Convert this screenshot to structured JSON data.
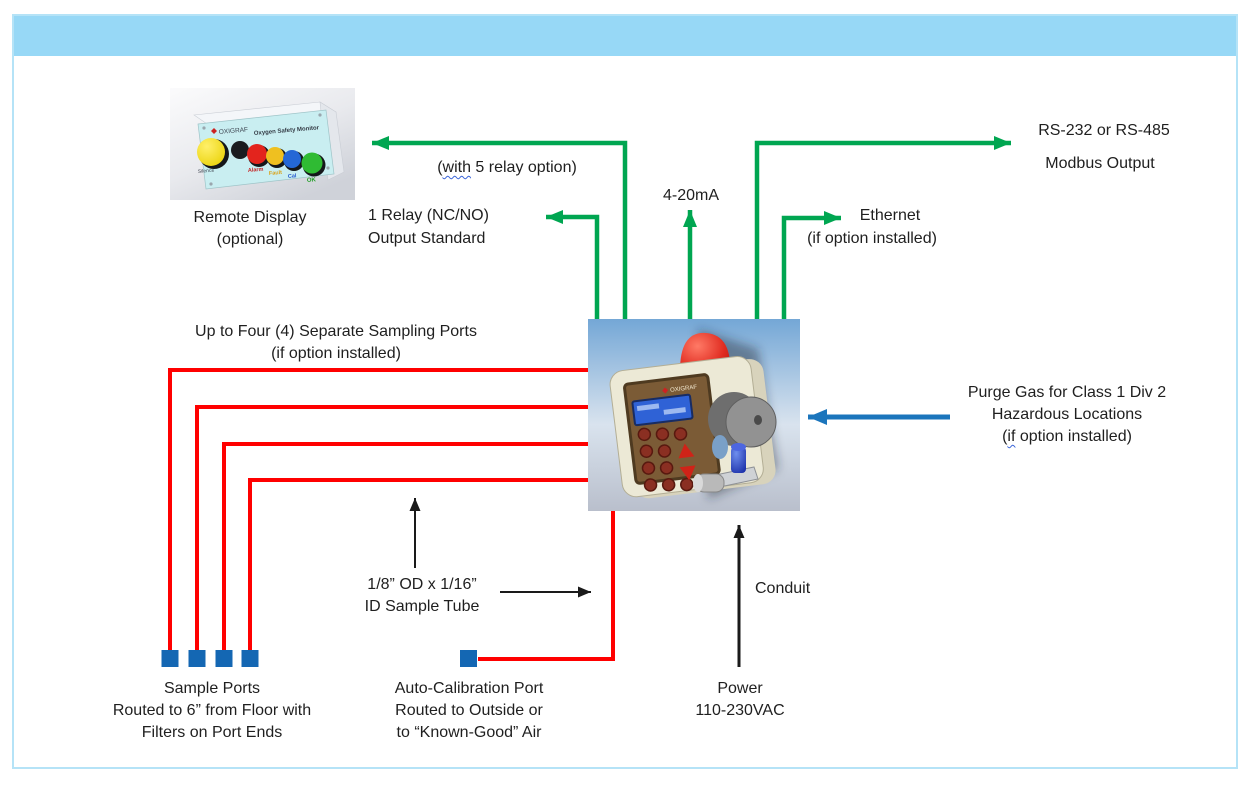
{
  "colors": {
    "header_bar": "#97d8f6",
    "frame_border": "#b5e3f7",
    "green_connector": "#00a651",
    "red_tube": "#ff0000",
    "blue_arrow": "#1b75bc",
    "port_square": "#1467b3",
    "black_connector": "#1a1a1a"
  },
  "labels": {
    "remote_display_1": "Remote Display",
    "remote_display_2": "(optional)",
    "relay5_prefix": "(",
    "relay5_word": "with",
    "relay5_suffix": " 5 relay option)",
    "relay1_1": "1 Relay (NC/NO)",
    "relay1_2": "Output Standard",
    "analog_out": "4-20mA",
    "rs232_1": "RS-232 or RS-485",
    "rs232_2": "Modbus Output",
    "ethernet_1": "Ethernet",
    "ethernet_2": "(if option installed)",
    "sampling_1": "Up to Four (4) Separate Sampling Ports",
    "sampling_2": "(if option installed)",
    "purge_1": "Purge Gas for Class 1 Div 2",
    "purge_2": "Hazardous Locations",
    "purge_3_prefix": "(",
    "purge_3_word": "if",
    "purge_3_suffix": " option installed)",
    "tube_1": "1/8” OD x 1/16”",
    "tube_2": "ID Sample Tube",
    "conduit": "Conduit",
    "sample_ports_1": "Sample Ports",
    "sample_ports_2": "Routed to 6” from Floor with",
    "sample_ports_3": "Filters on Port Ends",
    "autocal_1": "Auto-Calibration Port",
    "autocal_2": "Routed to Outside or",
    "autocal_3": "to “Known-Good” Air",
    "power_1": "Power",
    "power_2": "110-230VAC"
  },
  "remote_display_device": {
    "brand": "OXIGRAF",
    "title": "Oxygen Safety Monitor",
    "buttons": {
      "silence": "Silence",
      "alarm": "Alarm",
      "fault": "Fault",
      "cal": "Cal",
      "ok": "OK"
    }
  },
  "main_device": {
    "brand": "OXIGRAF"
  }
}
